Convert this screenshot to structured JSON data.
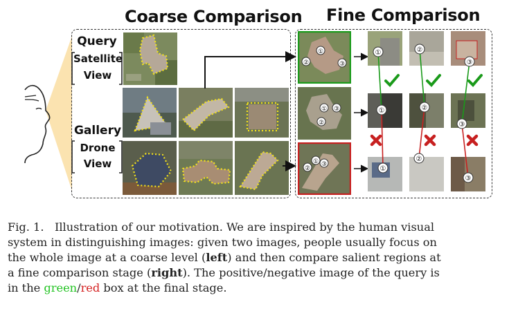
{
  "figure": {
    "coarse_title": "Coarse Comparison",
    "fine_title": "Fine Comparison",
    "query_label": "Query",
    "satellite_label_1": "Satellite",
    "satellite_label_2": "View",
    "gallery_label": "Gallery",
    "drone_label_1": "Drone",
    "drone_label_2": "View",
    "markers": [
      "①",
      "②",
      "③"
    ],
    "colors": {
      "positive": "#1a9a1a",
      "negative": "#c72020",
      "highlight": "#f4e21a"
    }
  },
  "caption": {
    "prefix": "Fig. 1.",
    "line1": "Illustration of our motivation. We are inspired by the human visual",
    "line2": "system in distinguishing images: given two images, people usually focus on",
    "line3a": "the whole image at a coarse level (",
    "line3b": "left",
    "line3c": ") and then compare salient regions at",
    "line4a": "a fine comparison stage (",
    "line4b": "right",
    "line4c": "). The positive/negative  image of the query is",
    "line5a": "in the ",
    "line5b": "green",
    "line5c": "/",
    "line5d": "red",
    "line5e": " box at the final stage."
  }
}
